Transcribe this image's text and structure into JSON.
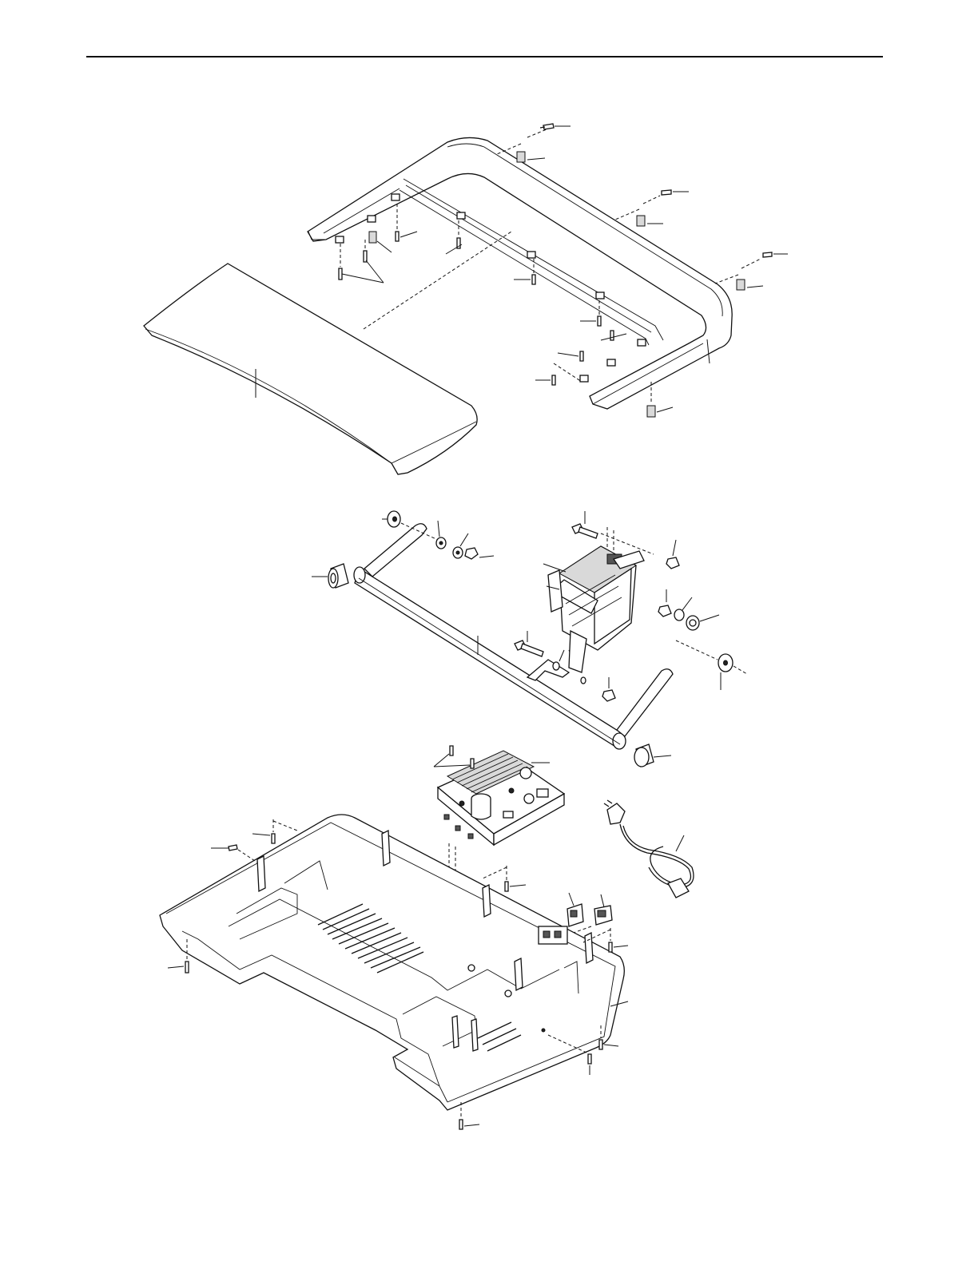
{
  "page": {
    "background": "#ffffff",
    "line_color": "#111111"
  },
  "diagram": {
    "groups": [
      {
        "id": "hood-assembly",
        "parts": [
          "motor-hood-cover",
          "hood-base",
          "hood-screws",
          "hood-clips"
        ]
      },
      {
        "id": "motor-assembly",
        "parts": [
          "drive-motor",
          "pivot-frame",
          "pivot-bushings",
          "washers",
          "nuts",
          "motor-bolts"
        ]
      },
      {
        "id": "base-assembly",
        "parts": [
          "controller-board",
          "power-cord",
          "switch",
          "receptacle",
          "base-pan",
          "base-screws"
        ]
      }
    ]
  }
}
